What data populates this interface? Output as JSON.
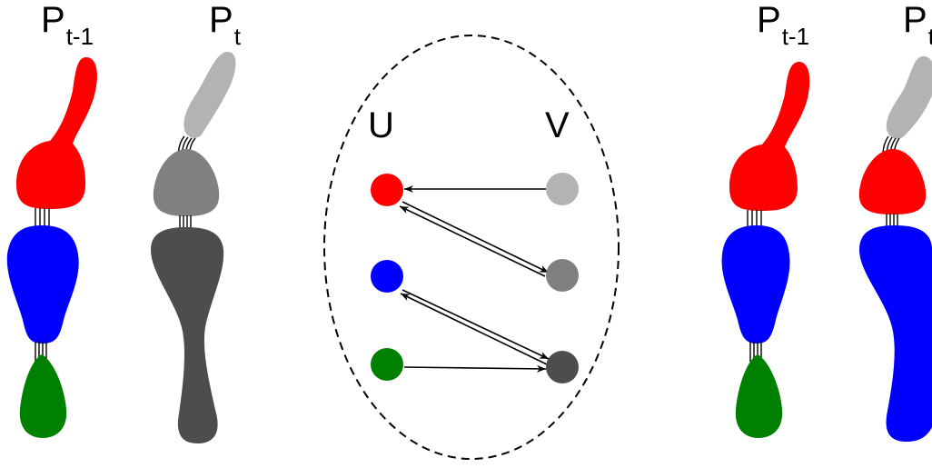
{
  "labels": {
    "prev_main": "P",
    "prev_sub": "t-1",
    "curr_main": "P",
    "curr_sub": "t",
    "set_u": "U",
    "set_v": "V"
  },
  "colors": {
    "red": "#ff0000",
    "blue": "#0000ff",
    "green": "#008000",
    "gray_light": "#b3b3b3",
    "gray_mid": "#808080",
    "gray_dark": "#4d4d4d",
    "outline": "#000000"
  },
  "graph": {
    "u_nodes": [
      "red",
      "blue",
      "green"
    ],
    "v_nodes": [
      "gray_light",
      "gray_mid",
      "gray_dark"
    ],
    "edges": [
      {
        "from": "V0",
        "to": "U0"
      },
      {
        "from": "U0",
        "to": "V1"
      },
      {
        "from": "V1",
        "to": "U0"
      },
      {
        "from": "U1",
        "to": "V2"
      },
      {
        "from": "V2",
        "to": "U1"
      },
      {
        "from": "U2",
        "to": "V2"
      }
    ]
  },
  "figures": {
    "left_prev": [
      "red",
      "blue",
      "green"
    ],
    "left_curr": [
      "gray_light",
      "gray_mid",
      "gray_dark"
    ],
    "right_prev": [
      "red",
      "blue",
      "green"
    ],
    "right_curr": [
      "gray_light",
      "red",
      "blue"
    ]
  }
}
